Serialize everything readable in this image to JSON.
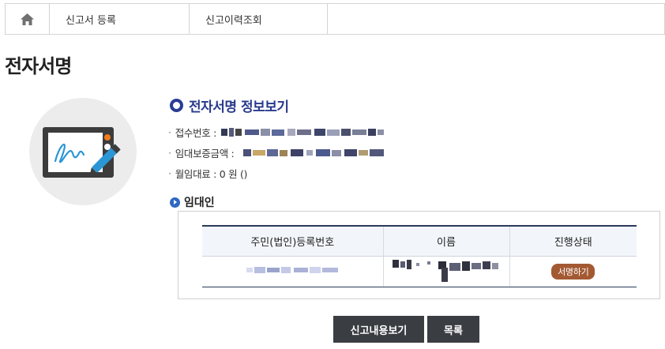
{
  "breadcrumb": {
    "home_icon": "home-icon",
    "items": [
      "신고서 등록",
      "신고이력조회"
    ]
  },
  "page_title": "전자서명",
  "illustration_icon": "tablet-signature-icon",
  "info": {
    "title": "전자서명 정보보기",
    "receipt_label": "접수번호 :",
    "deposit_label": "임대보증금액 :",
    "rent_label": "월임대료 : 0 원 ()"
  },
  "lessor": {
    "label": "임대인",
    "table": {
      "headers": [
        "주민(법인)등록번호",
        "이름",
        "진행상태"
      ],
      "rows": [
        {
          "status": "서명하기"
        }
      ]
    }
  },
  "buttons": {
    "view": "신고내용보기",
    "list": "목록"
  },
  "colors": {
    "accent_blue": "#2b3c95",
    "status_badge": "#a35a33",
    "button_dark": "#3a3d42"
  }
}
